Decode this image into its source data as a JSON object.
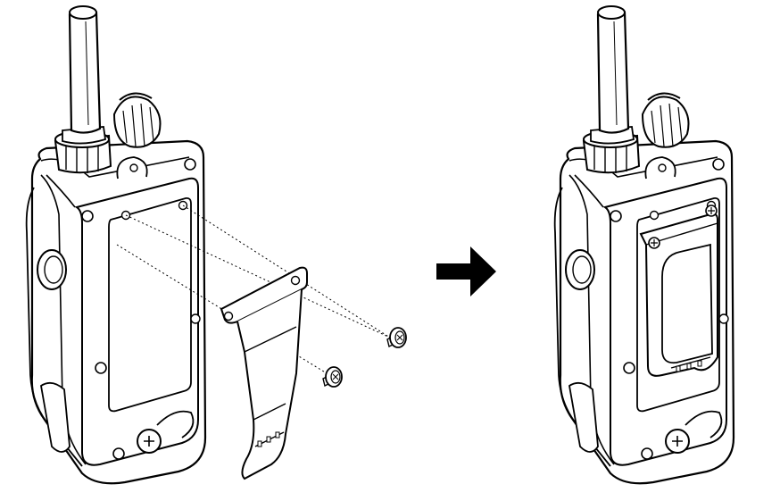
{
  "colors": {
    "ink": "#000000",
    "paper": "#ffffff",
    "shade": "#e9e9e9"
  },
  "steps": [
    {
      "name": "before",
      "parts": [
        "radio",
        "antenna",
        "volume-knob",
        "belt-clip",
        "screw",
        "screw"
      ]
    },
    {
      "name": "after",
      "parts": [
        "radio",
        "antenna",
        "volume-knob",
        "belt-clip-attached"
      ]
    }
  ],
  "arrow": {
    "direction": "right"
  }
}
